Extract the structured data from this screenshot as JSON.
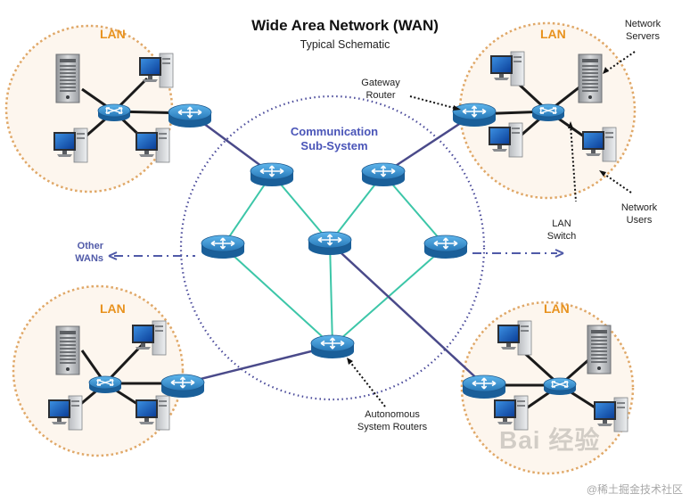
{
  "title": "Wide Area Network (WAN)",
  "subtitle": "Typical Schematic",
  "lan_label": "LAN",
  "comm_subsystem": [
    "Communication",
    "Sub-System"
  ],
  "annotations": {
    "network_servers": [
      "Network",
      "Servers"
    ],
    "gateway_router": [
      "Gateway",
      "Router"
    ],
    "network_users": [
      "Network",
      "Users"
    ],
    "lan_switch": [
      "LAN",
      "Switch"
    ],
    "autonomous": [
      "Autonomous",
      "System Routers"
    ],
    "other_wans": [
      "Other",
      "WANs"
    ]
  },
  "watermarks": {
    "site": "@稀土掘金技术社区",
    "baidu": "Bai 经验"
  },
  "colors": {
    "lan_circle": "#e0a868",
    "lan_fill": "#fdf6ee",
    "wan_circle": "#4a4a9a",
    "mesh_link": "#3cc6a8",
    "gateway_link": "#4a4a8a",
    "router": "#2a7fc0",
    "label_blue": "#4a55b8",
    "label_orange": "#e8921e"
  },
  "icons": [
    "server-tower-icon",
    "desktop-computer-icon",
    "lan-switch-icon",
    "router-icon"
  ]
}
